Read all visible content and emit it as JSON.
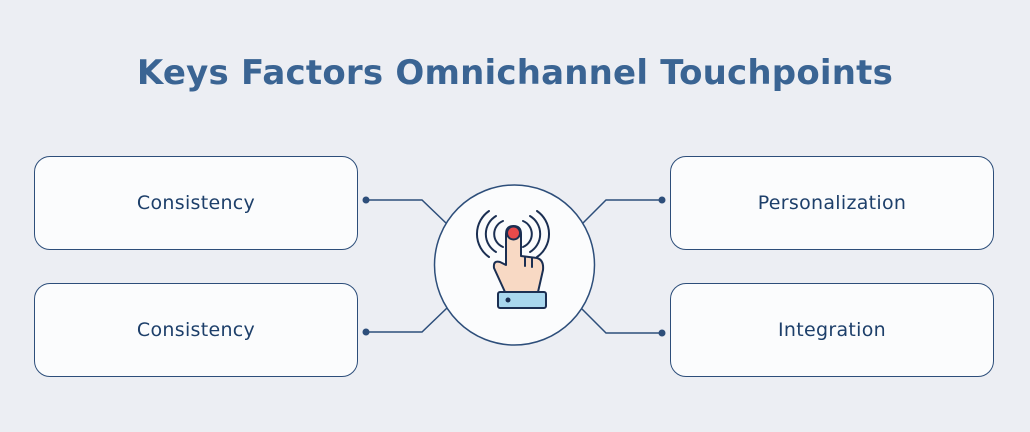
{
  "diagram": {
    "title": "Keys Factors Omnichannel Touchpoints",
    "hub": {
      "icon": "touch-gesture-icon"
    },
    "nodes": {
      "top_left": "Consistency",
      "bottom_left": "Consistency",
      "top_right": "Personalization",
      "bottom_right": "Integration"
    }
  },
  "colors": {
    "title": "#3a6493",
    "text": "#1d3f6a",
    "line": "#2d4e7a",
    "background": "#eceef3",
    "box_fill": "#fbfcfd",
    "finger_fill": "#f8d9c4",
    "fingertip": "#e84a4a",
    "cuff": "#a9d7ee"
  }
}
